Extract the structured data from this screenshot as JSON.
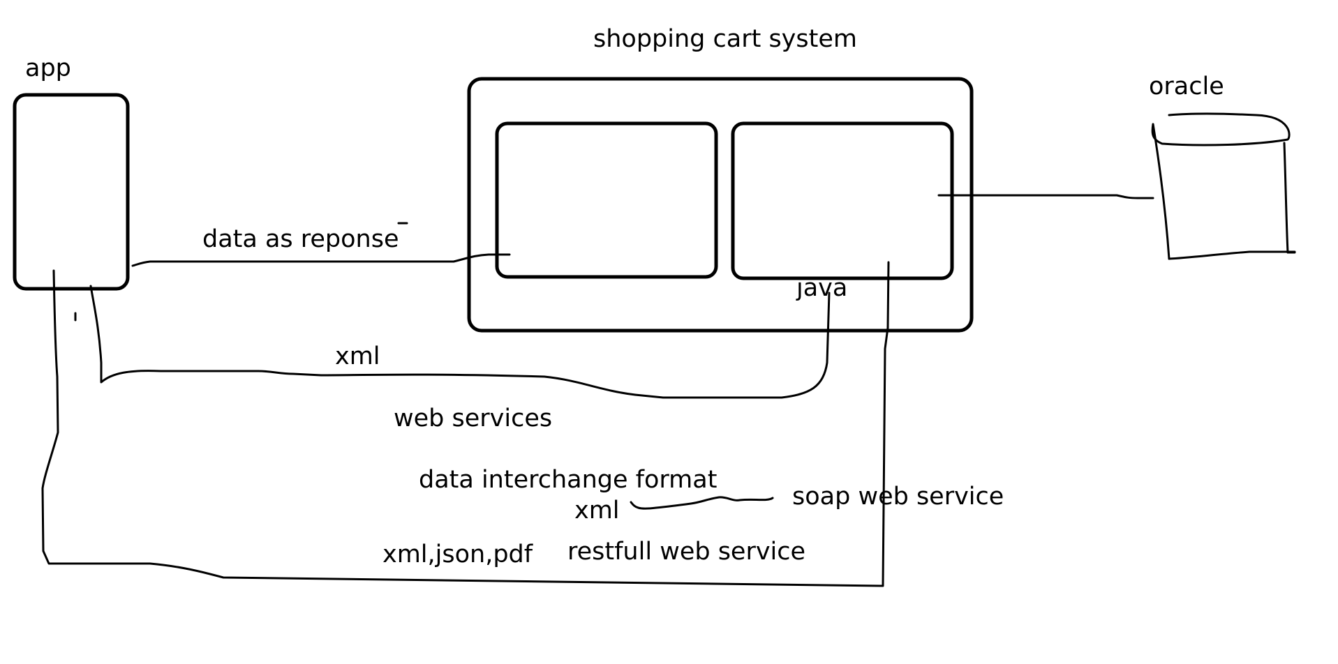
{
  "diagram": {
    "labels": {
      "system_title": "shopping cart system",
      "app": "app",
      "oracle": "oracle",
      "data_as_response": "data as reponse",
      "java": "java",
      "xml_top": "xml",
      "web_services": "web services",
      "data_interchange_format": "data interchange format",
      "xml_middle": "xml",
      "soap_web_service": "soap web service",
      "xml_json_pdf": "xml,json,pdf",
      "restful_web_service": "restfull web service"
    },
    "colors": {
      "ink": "#000000",
      "background": "#ffffff"
    }
  }
}
